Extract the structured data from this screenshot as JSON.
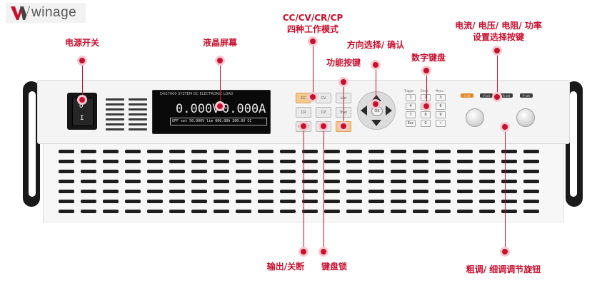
{
  "logo": {
    "text": "winage"
  },
  "callouts": {
    "power_switch": "电源开关",
    "lcd": "液晶屏幕",
    "modes_line1": "CC/CV/CR/CP",
    "modes_line2": "四种工作模式",
    "direction": "方向选择/ 确认",
    "function_keys": "功能按键",
    "numeric_keypad": "数字键盘",
    "set_keys_line1": "电流/ 电压/ 电阻/ 功率",
    "set_keys_line2": "设置选择按键",
    "output_switch": "输出/关断",
    "key_lock": "键盘锁",
    "knobs": "粗调/ 细调调节旋钮"
  },
  "instrument": {
    "lcd_title": "DH27600  SYSTEM DC ELECTRONIC LOAD",
    "lcd_voltage": "0.000V",
    "lcd_current": "0.000A",
    "lcd_status": "OFF  set 50.000V  lim 000.00A 200.0V  CC",
    "power_on_mark": "O",
    "power_off_mark": "I",
    "mode_buttons": [
      {
        "label": "CC"
      },
      {
        "label": "CV"
      },
      {
        "label": "List"
      },
      {
        "label": "CR"
      },
      {
        "label": "CP"
      },
      {
        "label": "Tran"
      },
      {
        "label": "On/Off"
      },
      {
        "label": "Lock"
      },
      {
        "label": ""
      }
    ],
    "nav_ok": "OK",
    "keypad_labels": {
      "trigger": "Trigger",
      "short": "Short",
      "menu": "Menu"
    },
    "keypad_keys": [
      "1",
      "2",
      "3",
      "4",
      "5",
      "6",
      "7",
      "8",
      "9",
      "Esc",
      "0",
      "•"
    ],
    "set_buttons": [
      "I-set",
      "V-set",
      "R-set",
      "P-set"
    ]
  },
  "colors": {
    "accent": "#c8102e",
    "panel": "#f4f4f4",
    "rail": "#1a1a1a"
  }
}
